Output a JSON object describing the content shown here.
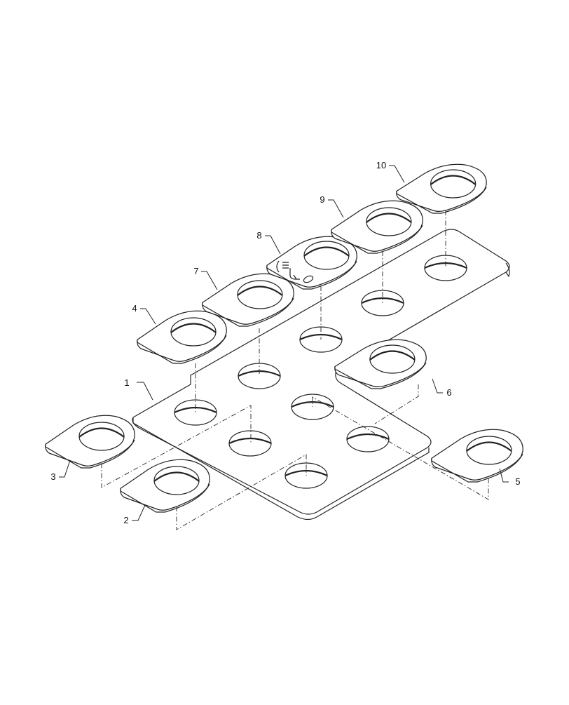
{
  "diagram": {
    "callouts": [
      {
        "id": "1",
        "label": "1"
      },
      {
        "id": "2",
        "label": "2"
      },
      {
        "id": "3",
        "label": "3"
      },
      {
        "id": "4",
        "label": "4"
      },
      {
        "id": "5",
        "label": "5"
      },
      {
        "id": "6",
        "label": "6"
      },
      {
        "id": "7",
        "label": "7"
      },
      {
        "id": "8",
        "label": "8"
      },
      {
        "id": "9",
        "label": "9"
      },
      {
        "id": "10",
        "label": "10"
      }
    ],
    "line_color": "#222222",
    "background": "#ffffff"
  }
}
